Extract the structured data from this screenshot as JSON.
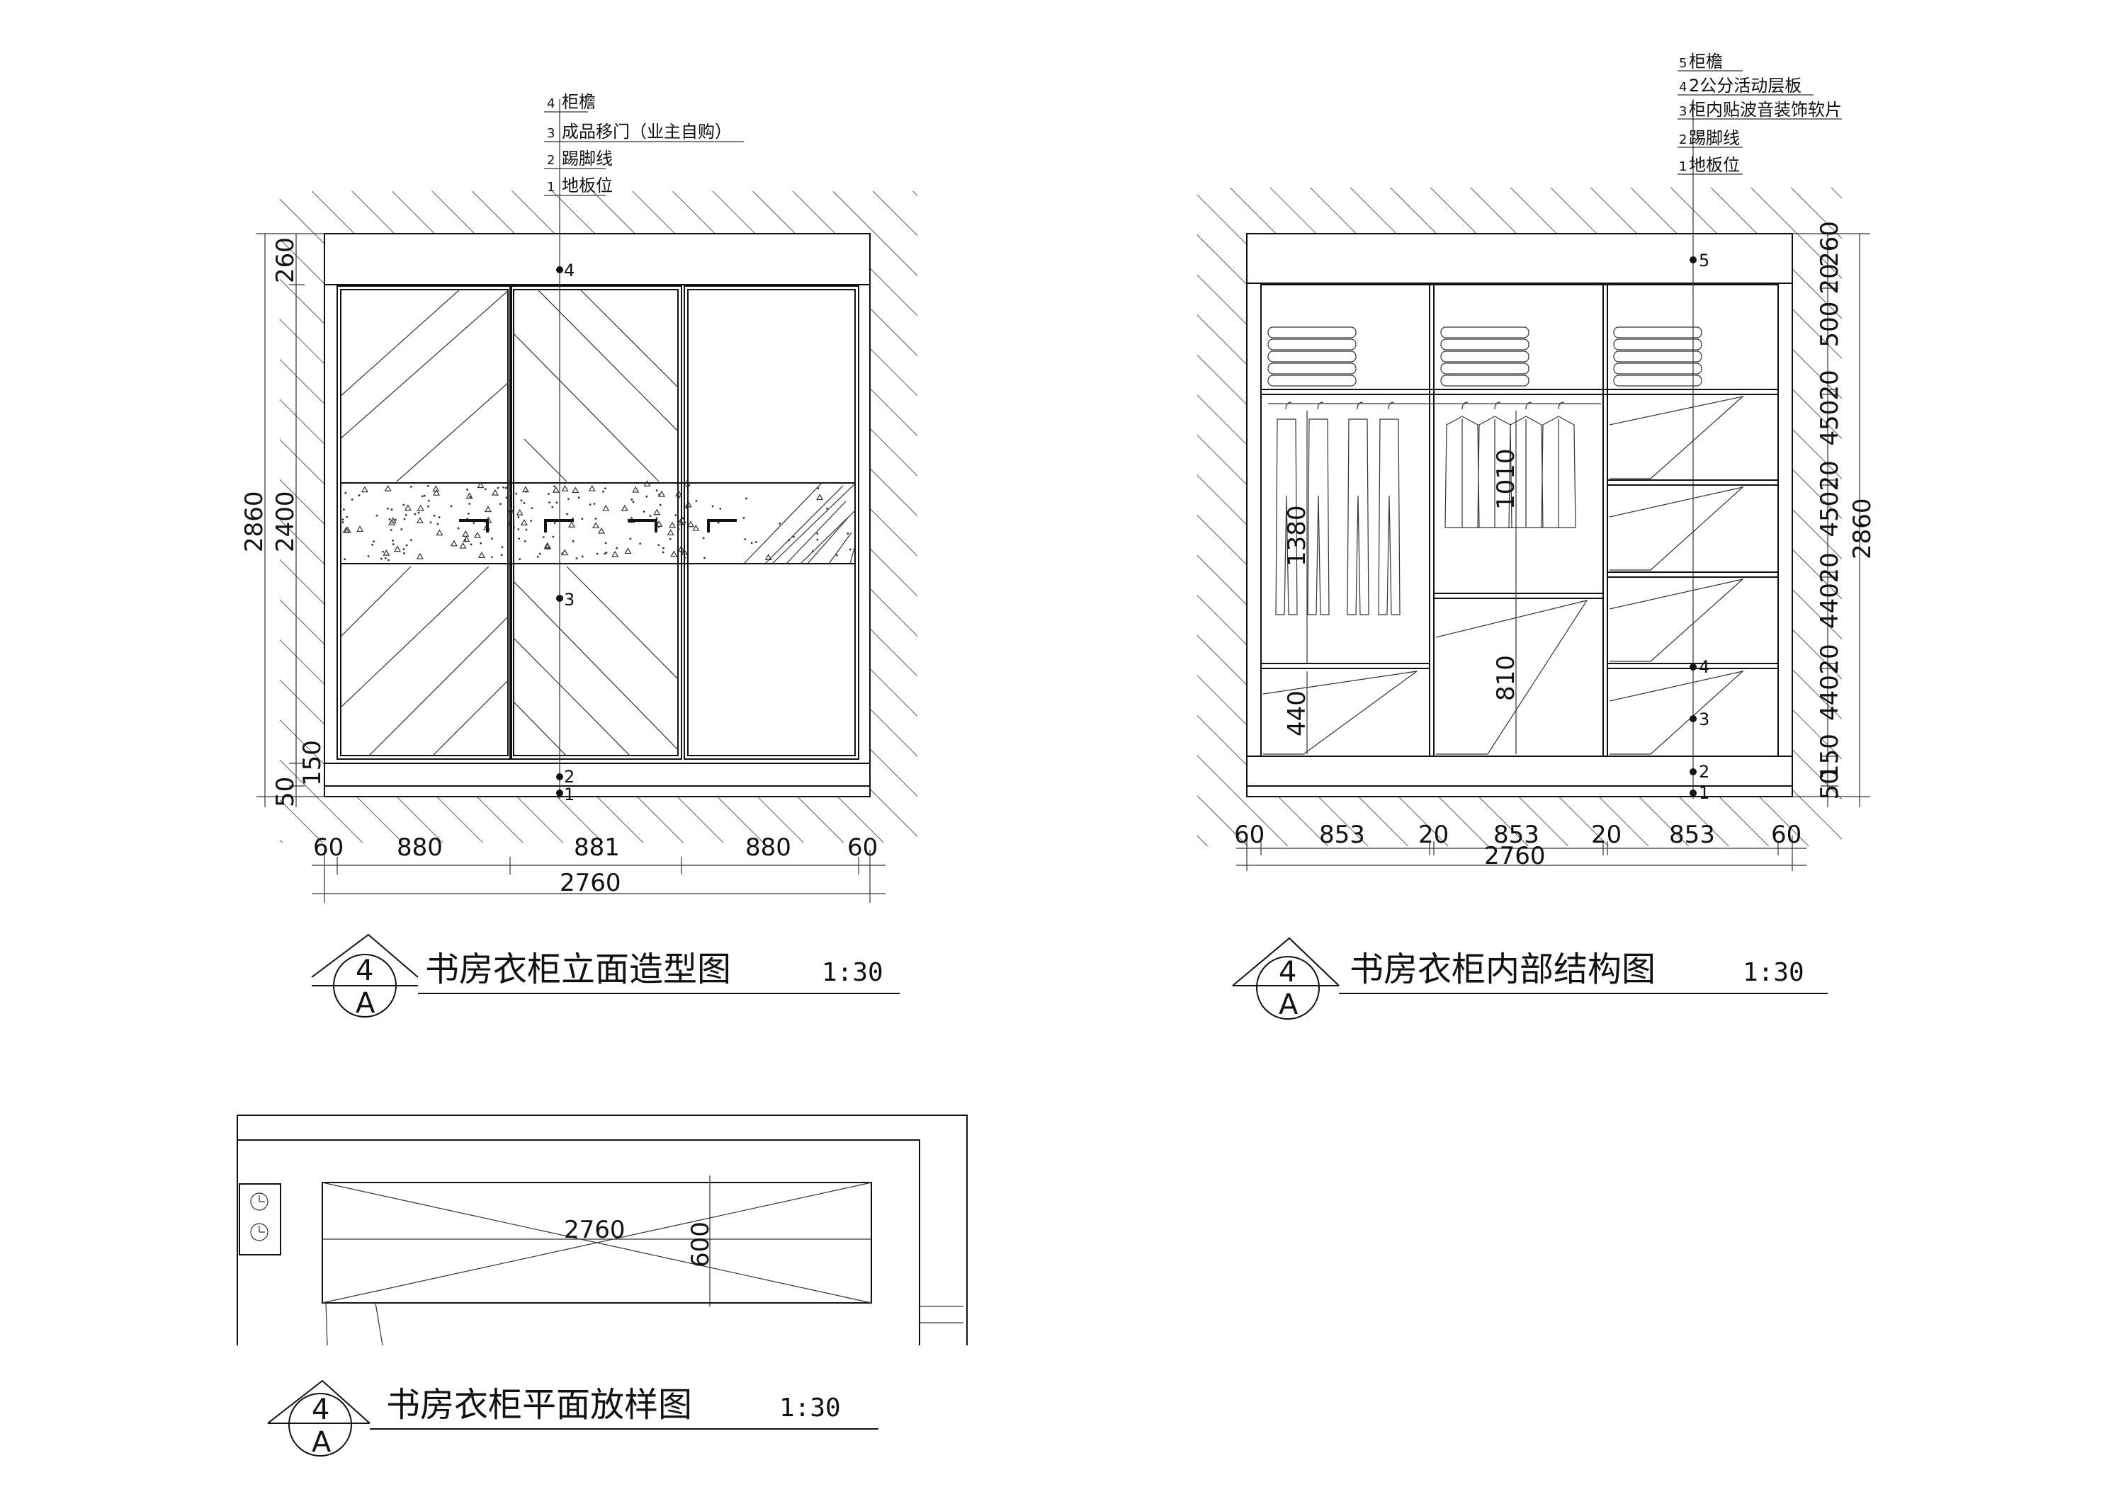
{
  "left_elevation": {
    "callouts": [
      {
        "num": "4",
        "text": "柜檐"
      },
      {
        "num": "3",
        "text": "成品移门（业主自购）"
      },
      {
        "num": "2",
        "text": "踢脚线"
      },
      {
        "num": "1",
        "text": "地板位"
      }
    ],
    "point_labels": [
      "4",
      "3",
      "2",
      "1"
    ],
    "dims_top": [
      "60",
      "880",
      "881",
      "880",
      "60"
    ],
    "dim_total": "2760",
    "dims_left": [
      "260",
      "2400",
      "150",
      "50"
    ],
    "dim_left_total": "2860",
    "title": "书房衣柜立面造型图",
    "scale": "1:30",
    "symbol_top": "4",
    "symbol_bottom": "A"
  },
  "right_interior": {
    "callouts": [
      {
        "num": "5",
        "text": "柜檐"
      },
      {
        "num": "4",
        "text": "2公分活动层板"
      },
      {
        "num": "3",
        "text": "柜内贴波音装饰软片"
      },
      {
        "num": "2",
        "text": "踢脚线"
      },
      {
        "num": "1",
        "text": "地板位"
      }
    ],
    "point_labels": [
      "5",
      "4",
      "3",
      "2",
      "1"
    ],
    "dims_bottom": [
      "60",
      "853",
      "20",
      "853",
      "20",
      "853",
      "60"
    ],
    "dim_total": "2760",
    "dims_right": [
      "260",
      "20",
      "500",
      "20",
      "450",
      "20",
      "450",
      "20",
      "440",
      "20",
      "440",
      "150",
      "50"
    ],
    "dim_right_total": "2860",
    "inner_dims": [
      "1380",
      "1010",
      "440",
      "810"
    ],
    "title": "书房衣柜内部结构图",
    "scale": "1:30",
    "symbol_top": "4",
    "symbol_bottom": "A"
  },
  "plan": {
    "dim_width": "2760",
    "dim_depth": "600",
    "title": "书房衣柜平面放样图",
    "scale": "1:30",
    "symbol_top": "4",
    "symbol_bottom": "A"
  }
}
